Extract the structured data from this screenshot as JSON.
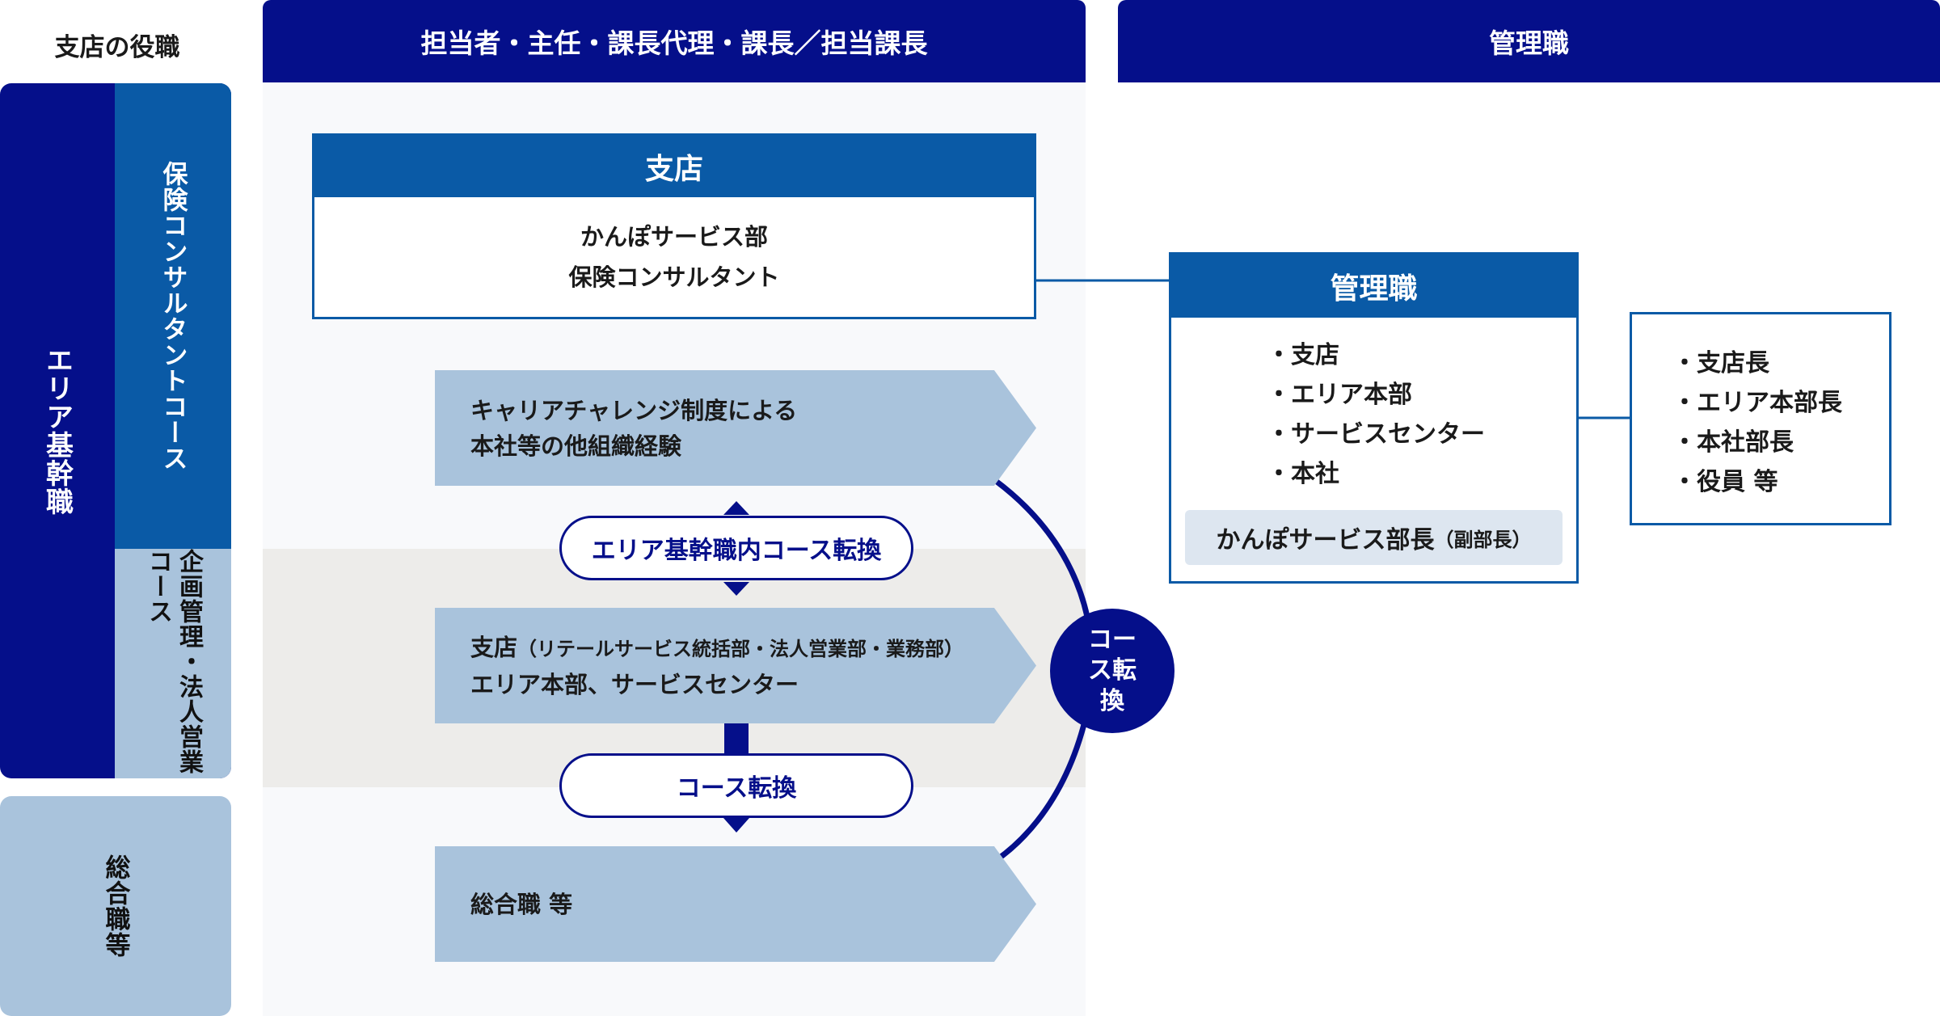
{
  "headers": {
    "branch_role": "支店の役職",
    "staff_levels": "担当者・主任・課長代理・課長／担当課長",
    "management": "管理職"
  },
  "left_labels": {
    "area_core": "エリア基幹職",
    "insurance_course": "保険コンサルタントコース",
    "planning_course": "企画管理・法人営業コース",
    "general": "総合職等"
  },
  "branch_box": {
    "title": "支店",
    "line1": "かんぽサービス部",
    "line2": "保険コンサルタント"
  },
  "career_box": {
    "line1": "キャリアチャレンジ制度による",
    "line2": "本社等の他組織経験"
  },
  "course_change_inner": "エリア基幹職内コース転換",
  "office_box": {
    "line1_main": "支店",
    "line1_sub": "（リテールサービス統括部・法人営業部・業務部）",
    "line2": "エリア本部、サービスセンター"
  },
  "course_change": "コース転換",
  "general_box": "総合職 等",
  "circle_label": "コース転換",
  "mgmt_box": {
    "title": "管理職",
    "items": [
      "・支店",
      "・エリア本部",
      "・サービスセンター",
      "・本社"
    ],
    "footer_main": "かんぽサービス部長",
    "footer_sub": "（副部長）"
  },
  "positions": {
    "items": [
      "・支店長",
      "・エリア本部長",
      "・本社部長",
      "・役員 等"
    ]
  },
  "colors": {
    "navy": "#050f8a",
    "blue": "#0a5aa6",
    "light_blue": "#a9c3dc",
    "band_gray": "#edecea"
  }
}
